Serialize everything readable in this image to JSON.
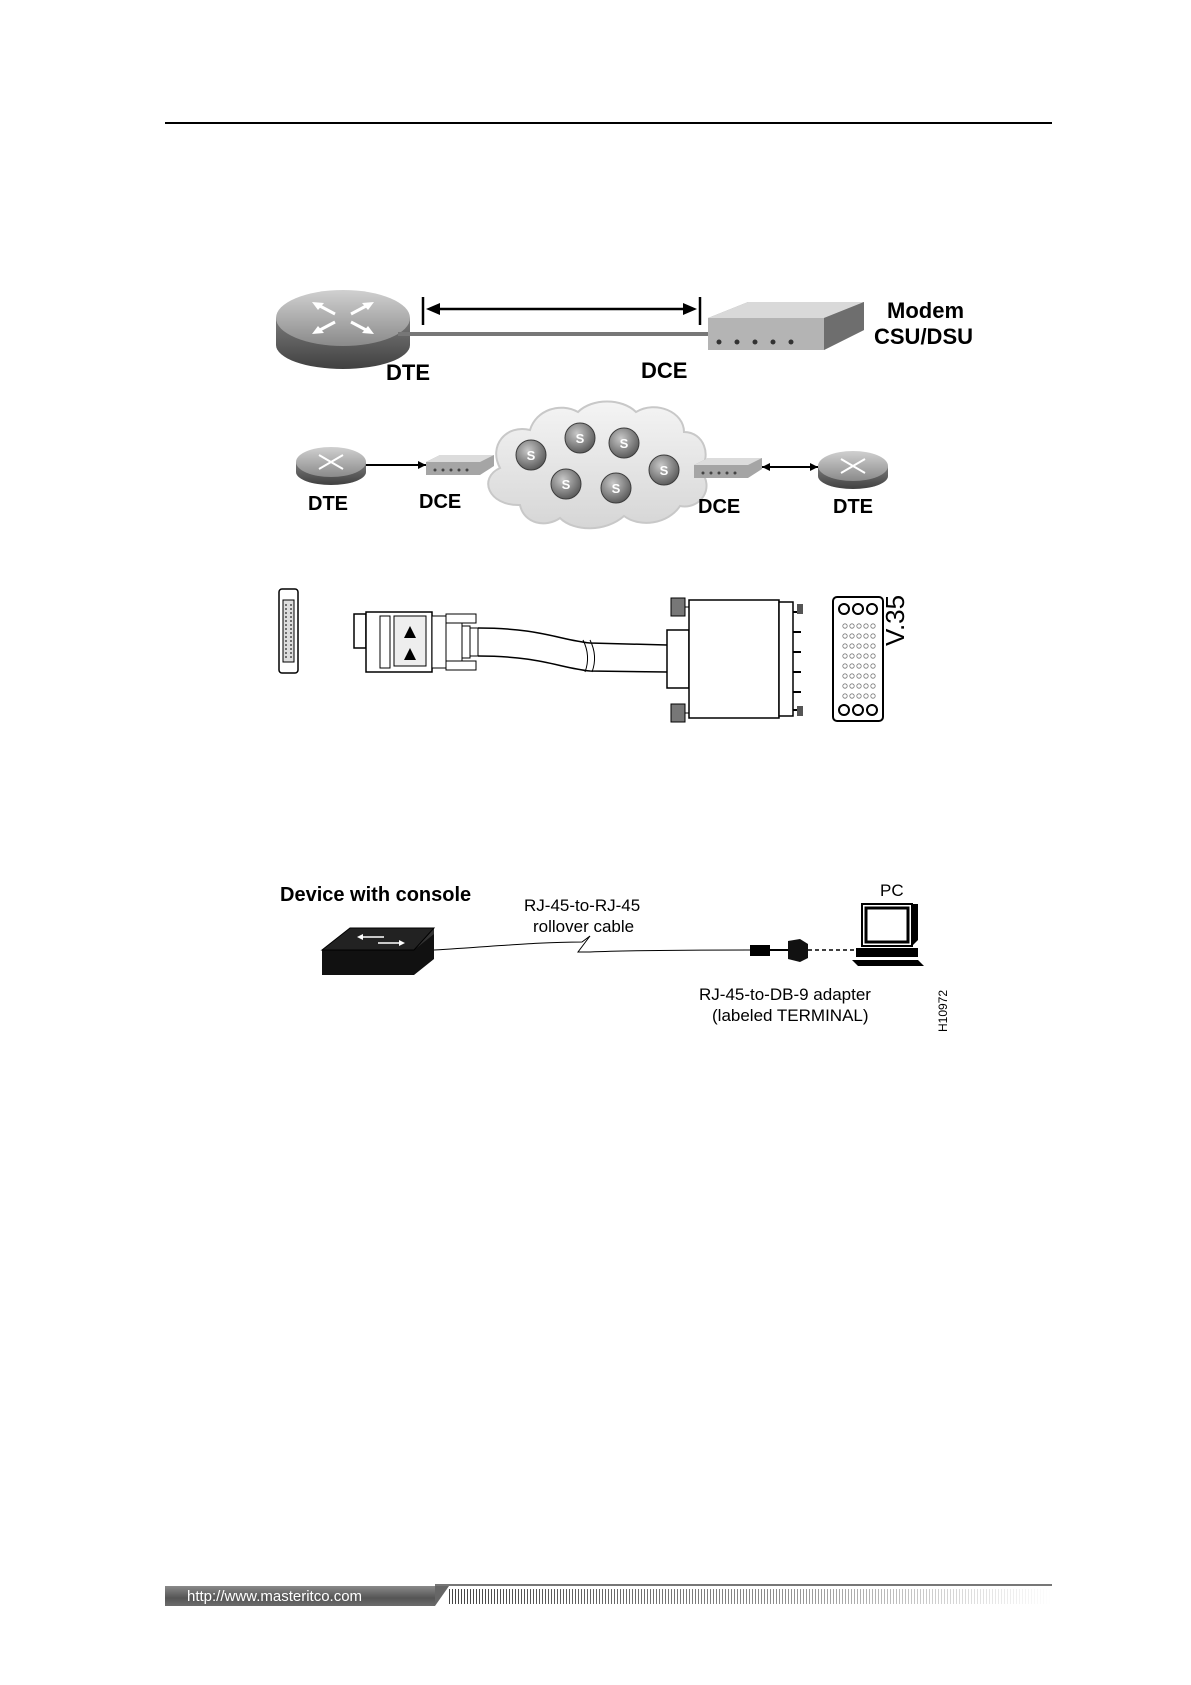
{
  "diagram1": {
    "label_dte": "DTE",
    "label_dce": "DCE",
    "label_modem_line1": "Modem",
    "label_modem_line2": "CSU/DSU"
  },
  "diagram2": {
    "left_dte": "DTE",
    "left_dce": "DCE",
    "right_dce": "DCE",
    "right_dte": "DTE",
    "switch_label": "S"
  },
  "diagram3": {
    "connector_label": "V.35"
  },
  "diagram4": {
    "device_label": "Device with console",
    "cable_label_line1": "RJ-45-to-RJ-45",
    "cable_label_line2": "rollover cable",
    "pc_label": "PC",
    "adapter_label_line1": "RJ-45-to-DB-9 adapter",
    "adapter_label_line2": "(labeled TERMINAL)",
    "figure_code": "H10972"
  },
  "footer": {
    "url": "http://www.masteritco.com"
  }
}
